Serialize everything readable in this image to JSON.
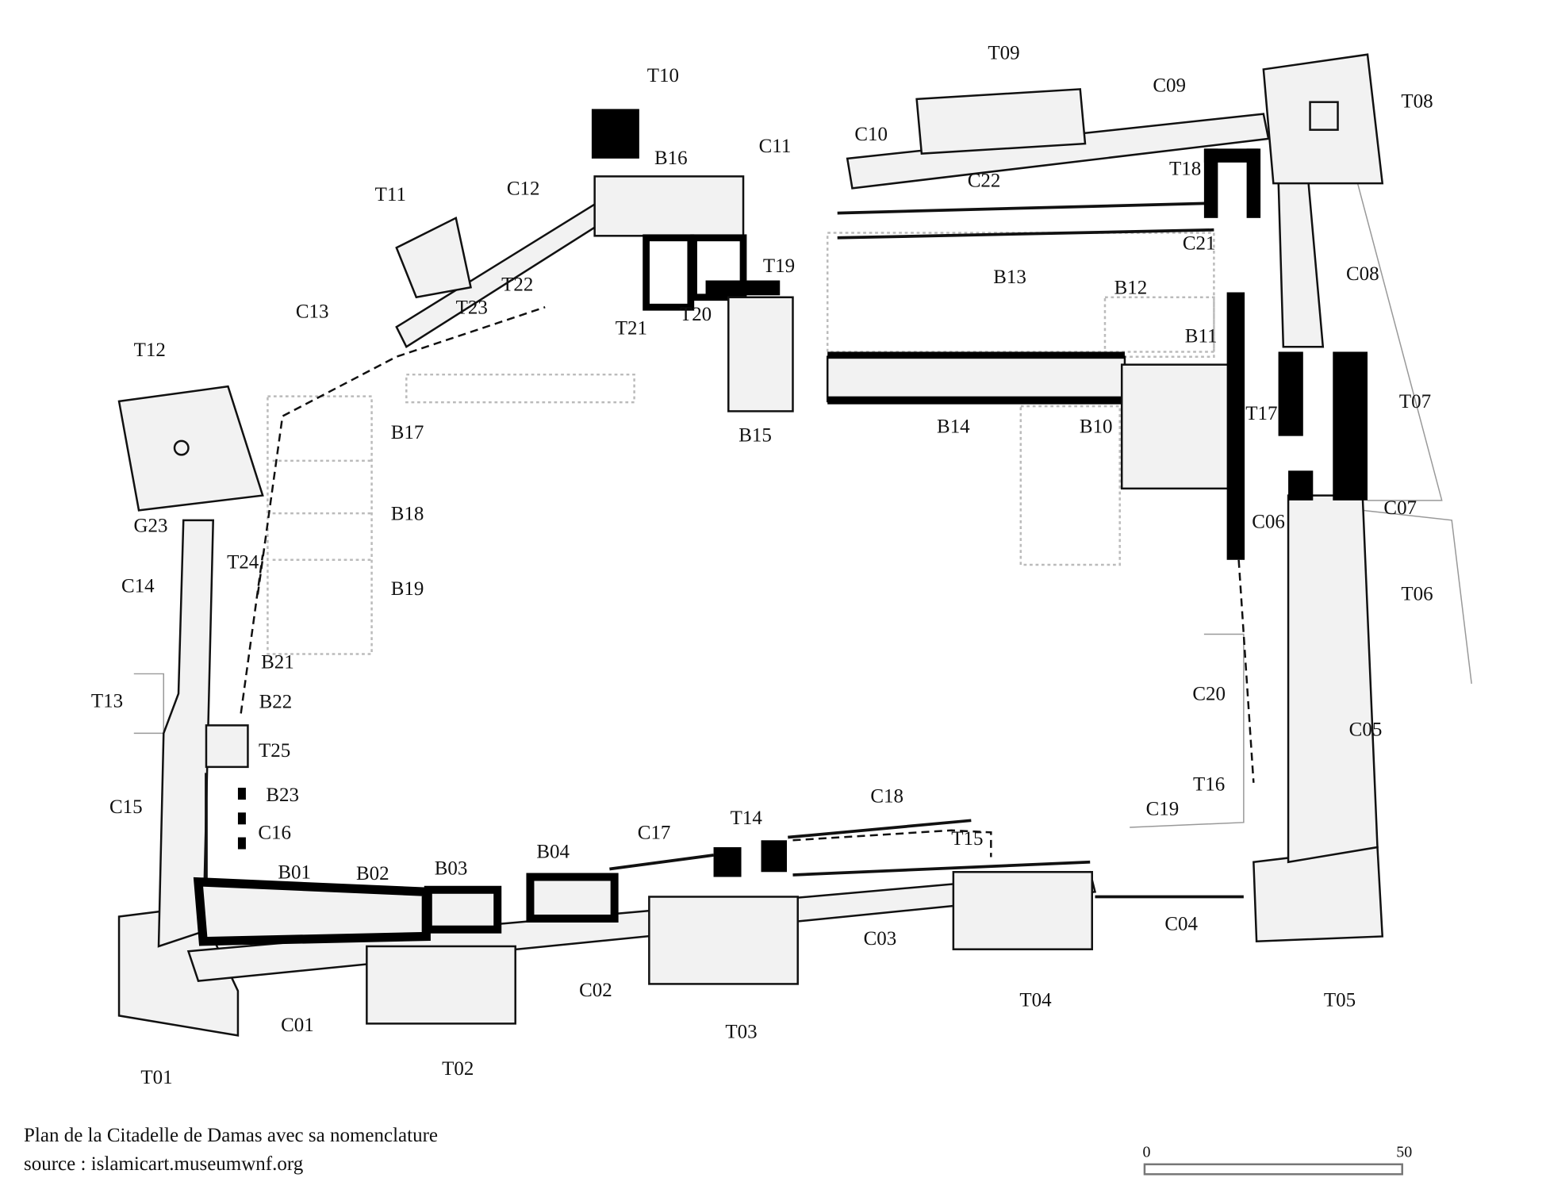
{
  "caption": {
    "title": "Plan de la Citadelle de Damas avec sa nomenclature",
    "source": "source : islamicart.museumwnf.org"
  },
  "scale_bar": {
    "start": "0",
    "end": "50"
  },
  "labels": {
    "T01": "T01",
    "T02": "T02",
    "T03": "T03",
    "T04": "T04",
    "T05": "T05",
    "T06": "T06",
    "T07": "T07",
    "T08": "T08",
    "T09": "T09",
    "T10": "T10",
    "T11": "T11",
    "T12": "T12",
    "T13": "T13",
    "T14": "T14",
    "T15": "T15",
    "T16": "T16",
    "T17": "T17",
    "T18": "T18",
    "T19": "T19",
    "T20": "T20",
    "T21": "T21",
    "T22": "T22",
    "T23": "T23",
    "T24": "T24",
    "T25": "T25",
    "C01": "C01",
    "C02": "C02",
    "C03": "C03",
    "C04": "C04",
    "C05": "C05",
    "C06": "C06",
    "C07": "C07",
    "C08": "C08",
    "C09": "C09",
    "C10": "C10",
    "C11": "C11",
    "C12": "C12",
    "C13": "C13",
    "C14": "C14",
    "C15": "C15",
    "C16": "C16",
    "C17": "C17",
    "C18": "C18",
    "C19": "C19",
    "C20": "C20",
    "C21": "C21",
    "C22": "C22",
    "B01": "B01",
    "B02": "B02",
    "B03": "B03",
    "B04": "B04",
    "B10": "B10",
    "B11": "B11",
    "B12": "B12",
    "B13": "B13",
    "B14": "B14",
    "B15": "B15",
    "B16": "B16",
    "B17": "B17",
    "B18": "B18",
    "B19": "B19",
    "B21": "B21",
    "B22": "B22",
    "B23": "B23",
    "G23": "G23"
  }
}
